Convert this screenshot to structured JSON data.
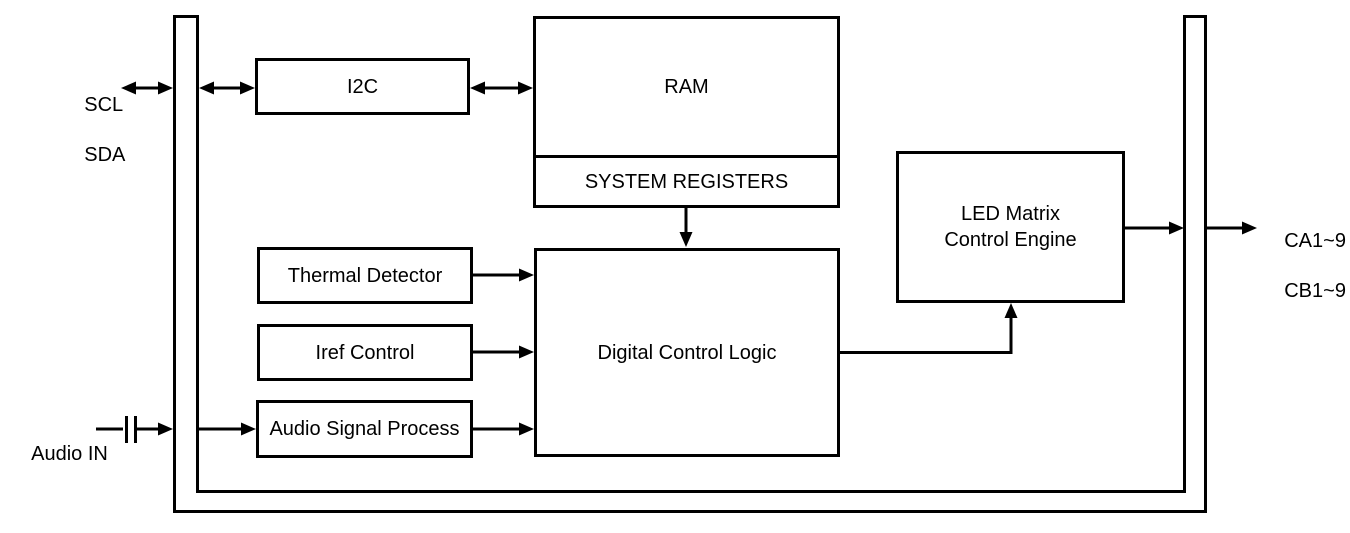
{
  "diagram": {
    "type": "block-diagram",
    "colors": {
      "line": "#000000",
      "text": "#000000",
      "background": "#ffffff"
    },
    "blocks": {
      "i2c": {
        "label": "I2C"
      },
      "ram": {
        "label": "RAM"
      },
      "system_registers": {
        "label": "SYSTEM REGISTERS"
      },
      "thermal_detector": {
        "label": "Thermal Detector"
      },
      "iref_control": {
        "label": "Iref Control"
      },
      "audio_signal_process": {
        "label": "Audio Signal Process"
      },
      "digital_control_logic": {
        "label": "Digital Control Logic"
      },
      "led_matrix_control_engine": {
        "label_line1": "LED Matrix",
        "label_line2": "Control Engine"
      }
    },
    "pins": {
      "scl": {
        "label": "SCL"
      },
      "sda": {
        "label": "SDA"
      },
      "audio_in": {
        "label": "Audio IN"
      },
      "ca": {
        "label": "CA1~9"
      },
      "cb": {
        "label": "CB1~9"
      }
    }
  }
}
